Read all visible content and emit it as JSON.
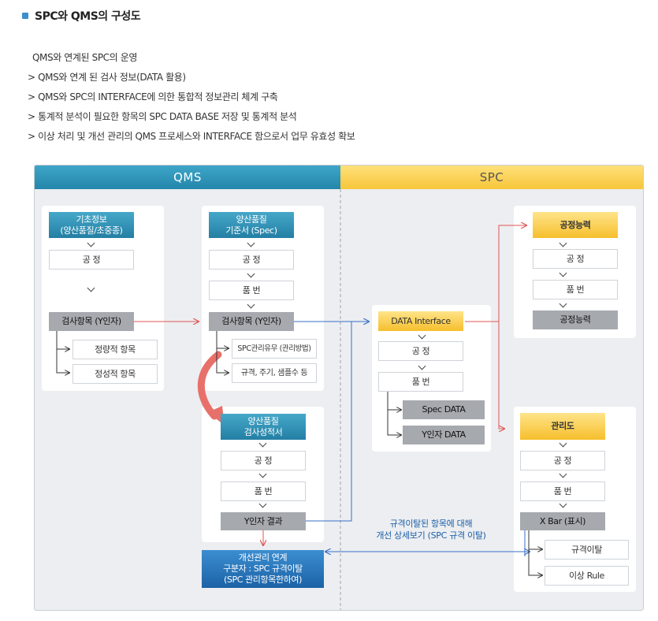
{
  "page": {
    "title": "SPC와 QMS의 구성도",
    "intro_heading": "QMS와 연계된 SPC의 운영",
    "bullets": [
      "> QMS와 연계 된 검사 정보(DATA 활용)",
      "> QMS와 SPC의 INTERFACE에 의한 통합적 정보관리 체계 구축",
      "> 통계적 분석이 필요한 항목의 SPC DATA BASE 저장 및 통계적 분석",
      "> 이상 처리 및 개선 관리의 QMS 프로세스와 INTERFACE 함으로서 업무 유효성 확보"
    ]
  },
  "diagram": {
    "qms_header": "QMS",
    "spc_header": "SPC",
    "basic_info": {
      "title": "기초정보\n(양산품질/초중종)",
      "process": "공 정",
      "inspection": "검사항목 (Y인자)",
      "quantitative": "정량적 항목",
      "qualitative": "정성적 항목"
    },
    "spec": {
      "title": "양산품질\n기준서 (Spec)",
      "process": "공 정",
      "part": "품 번",
      "inspection": "검사항목 (Y인자)",
      "spc_manage": "SPC관리유무 (관리방법)",
      "rules": "규격, 주기, 샘플수 등"
    },
    "report": {
      "title": "양산품질\n검사성적서",
      "process": "공 정",
      "part": "품 번",
      "result": "Y인자 결과"
    },
    "improvement": "개선관리 연계\n구분자 : SPC 규격이탈\n(SPC 관리항목한하여)",
    "interface": {
      "title": "DATA Interface",
      "process": "공 정",
      "part": "품 번",
      "spec_data": "Spec DATA",
      "y_data": "Y인자 DATA"
    },
    "capability": {
      "title": "공정능력",
      "process": "공 정",
      "part": "품 번",
      "result": "공정능력"
    },
    "control_chart": {
      "title": "관리도",
      "process": "공 정",
      "part": "품 번",
      "xbar": "X Bar (표시)",
      "deviation": "규격이탈",
      "rule": "이상 Rule"
    },
    "link_note": "규격이탈된 항목에 대해\n개선 상세보기 (SPC 규격 이탈)",
    "colors": {
      "qms_blue": "#2a8fb5",
      "spc_gold": "#f7c63a",
      "arrow_red": "#e05555",
      "arrow_blue": "#3a6fc9"
    }
  }
}
